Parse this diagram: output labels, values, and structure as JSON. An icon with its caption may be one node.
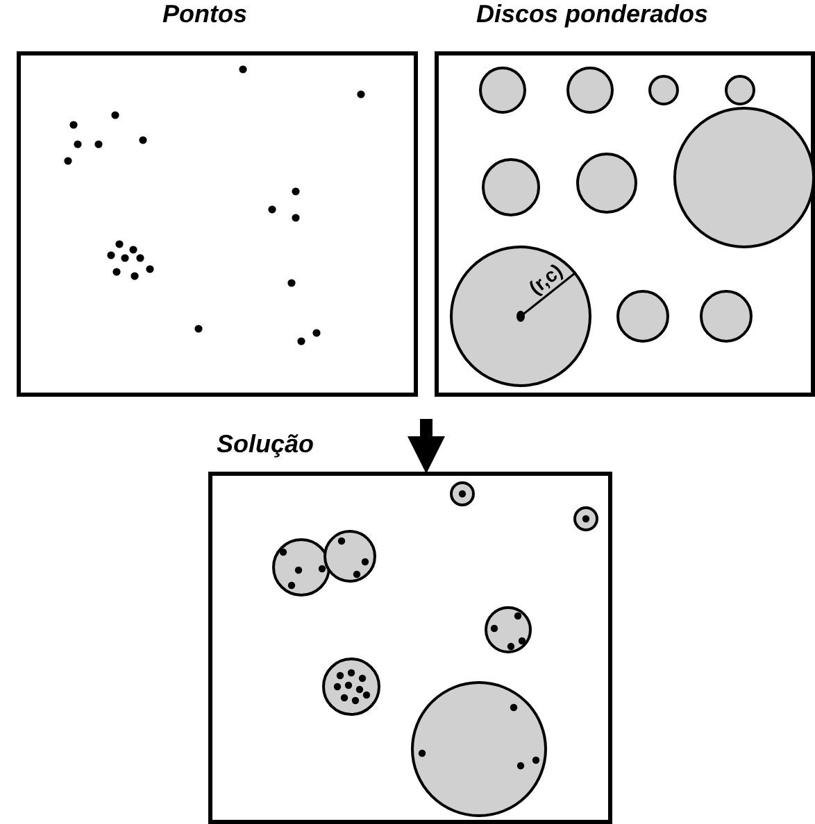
{
  "diagram": {
    "nodes": [
      {
        "text": [
          "Pontos"
        ]
      },
      {
        "text": [
          "Discos ponderados"
        ]
      },
      {
        "text": [
          "Solução"
        ]
      }
    ],
    "edges": [
      {
        "from": null,
        "to": 2,
        "arrow": "to"
      }
    ],
    "labels": [
      "(r,c)"
    ]
  }
}
